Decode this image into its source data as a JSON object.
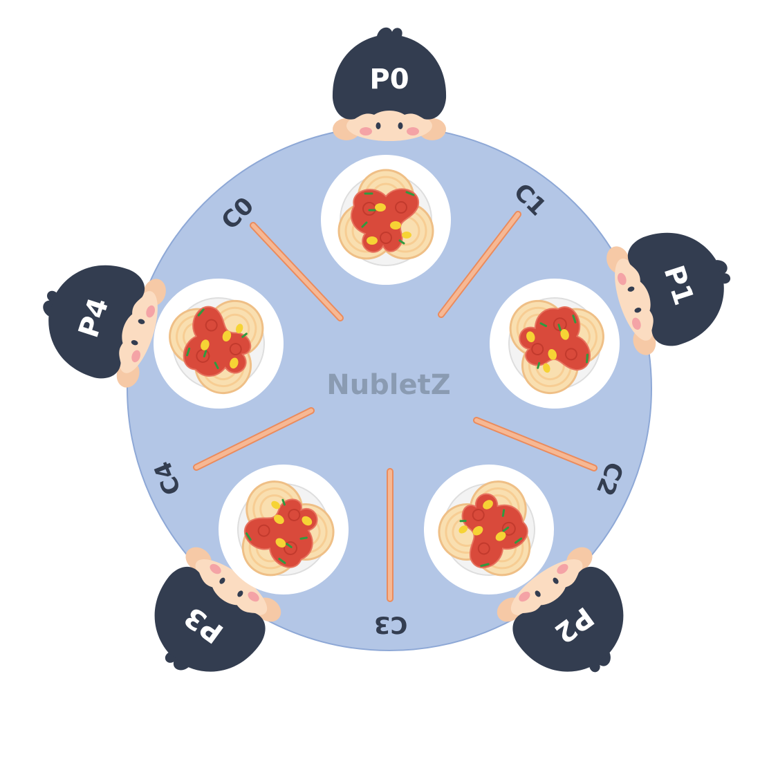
{
  "watermark": "NubletZ",
  "colors": {
    "table": "#b3c6e6",
    "table_edge": "#8ea8d6",
    "hair": "#333d50",
    "skin": "#fbdcc1",
    "ear": "#f6c9a6",
    "cheek": "#f4a3a6",
    "chopstick": "#f6b894",
    "chopstick_edge": "#eb8b5c",
    "plate": "#ffffff",
    "sauce": "#d94a3b",
    "noodle": "#f6d7a2",
    "corn": "#f6d335",
    "herb": "#2f9a3f",
    "label_dark": "#333d50",
    "label_light": "#ffffff",
    "watermark": "#8a9bb2"
  },
  "philosophers": [
    {
      "id": "p0",
      "label": "P0"
    },
    {
      "id": "p1",
      "label": "P1"
    },
    {
      "id": "p2",
      "label": "P2"
    },
    {
      "id": "p3",
      "label": "P3"
    },
    {
      "id": "p4",
      "label": "P4"
    }
  ],
  "chopsticks": [
    {
      "id": "c0",
      "label": "C0"
    },
    {
      "id": "c1",
      "label": "C1"
    },
    {
      "id": "c2",
      "label": "C2"
    },
    {
      "id": "c3",
      "label": "C3"
    },
    {
      "id": "c4",
      "label": "C4"
    }
  ],
  "plates": [
    {
      "id": "plate-0",
      "icon": "spaghetti-plate-icon"
    },
    {
      "id": "plate-1",
      "icon": "spaghetti-plate-icon"
    },
    {
      "id": "plate-2",
      "icon": "spaghetti-plate-icon"
    },
    {
      "id": "plate-3",
      "icon": "spaghetti-plate-icon"
    },
    {
      "id": "plate-4",
      "icon": "spaghetti-plate-icon"
    }
  ]
}
